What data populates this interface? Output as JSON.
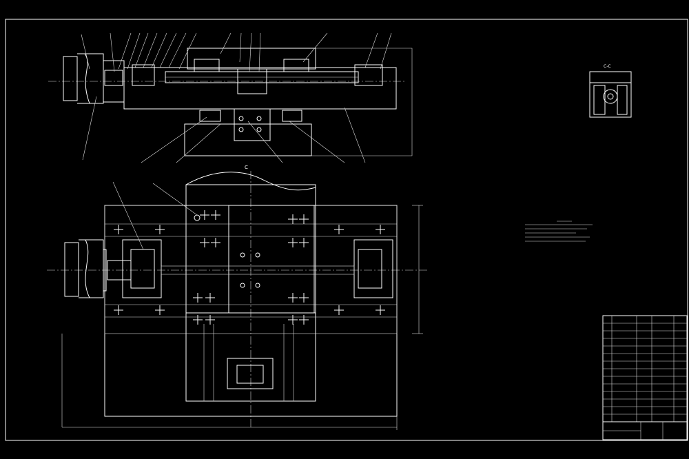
{
  "drawing": {
    "section_label_c": "C",
    "detail_view_label": "C-C",
    "title_block": {
      "rows": 14,
      "columns": 6
    }
  }
}
